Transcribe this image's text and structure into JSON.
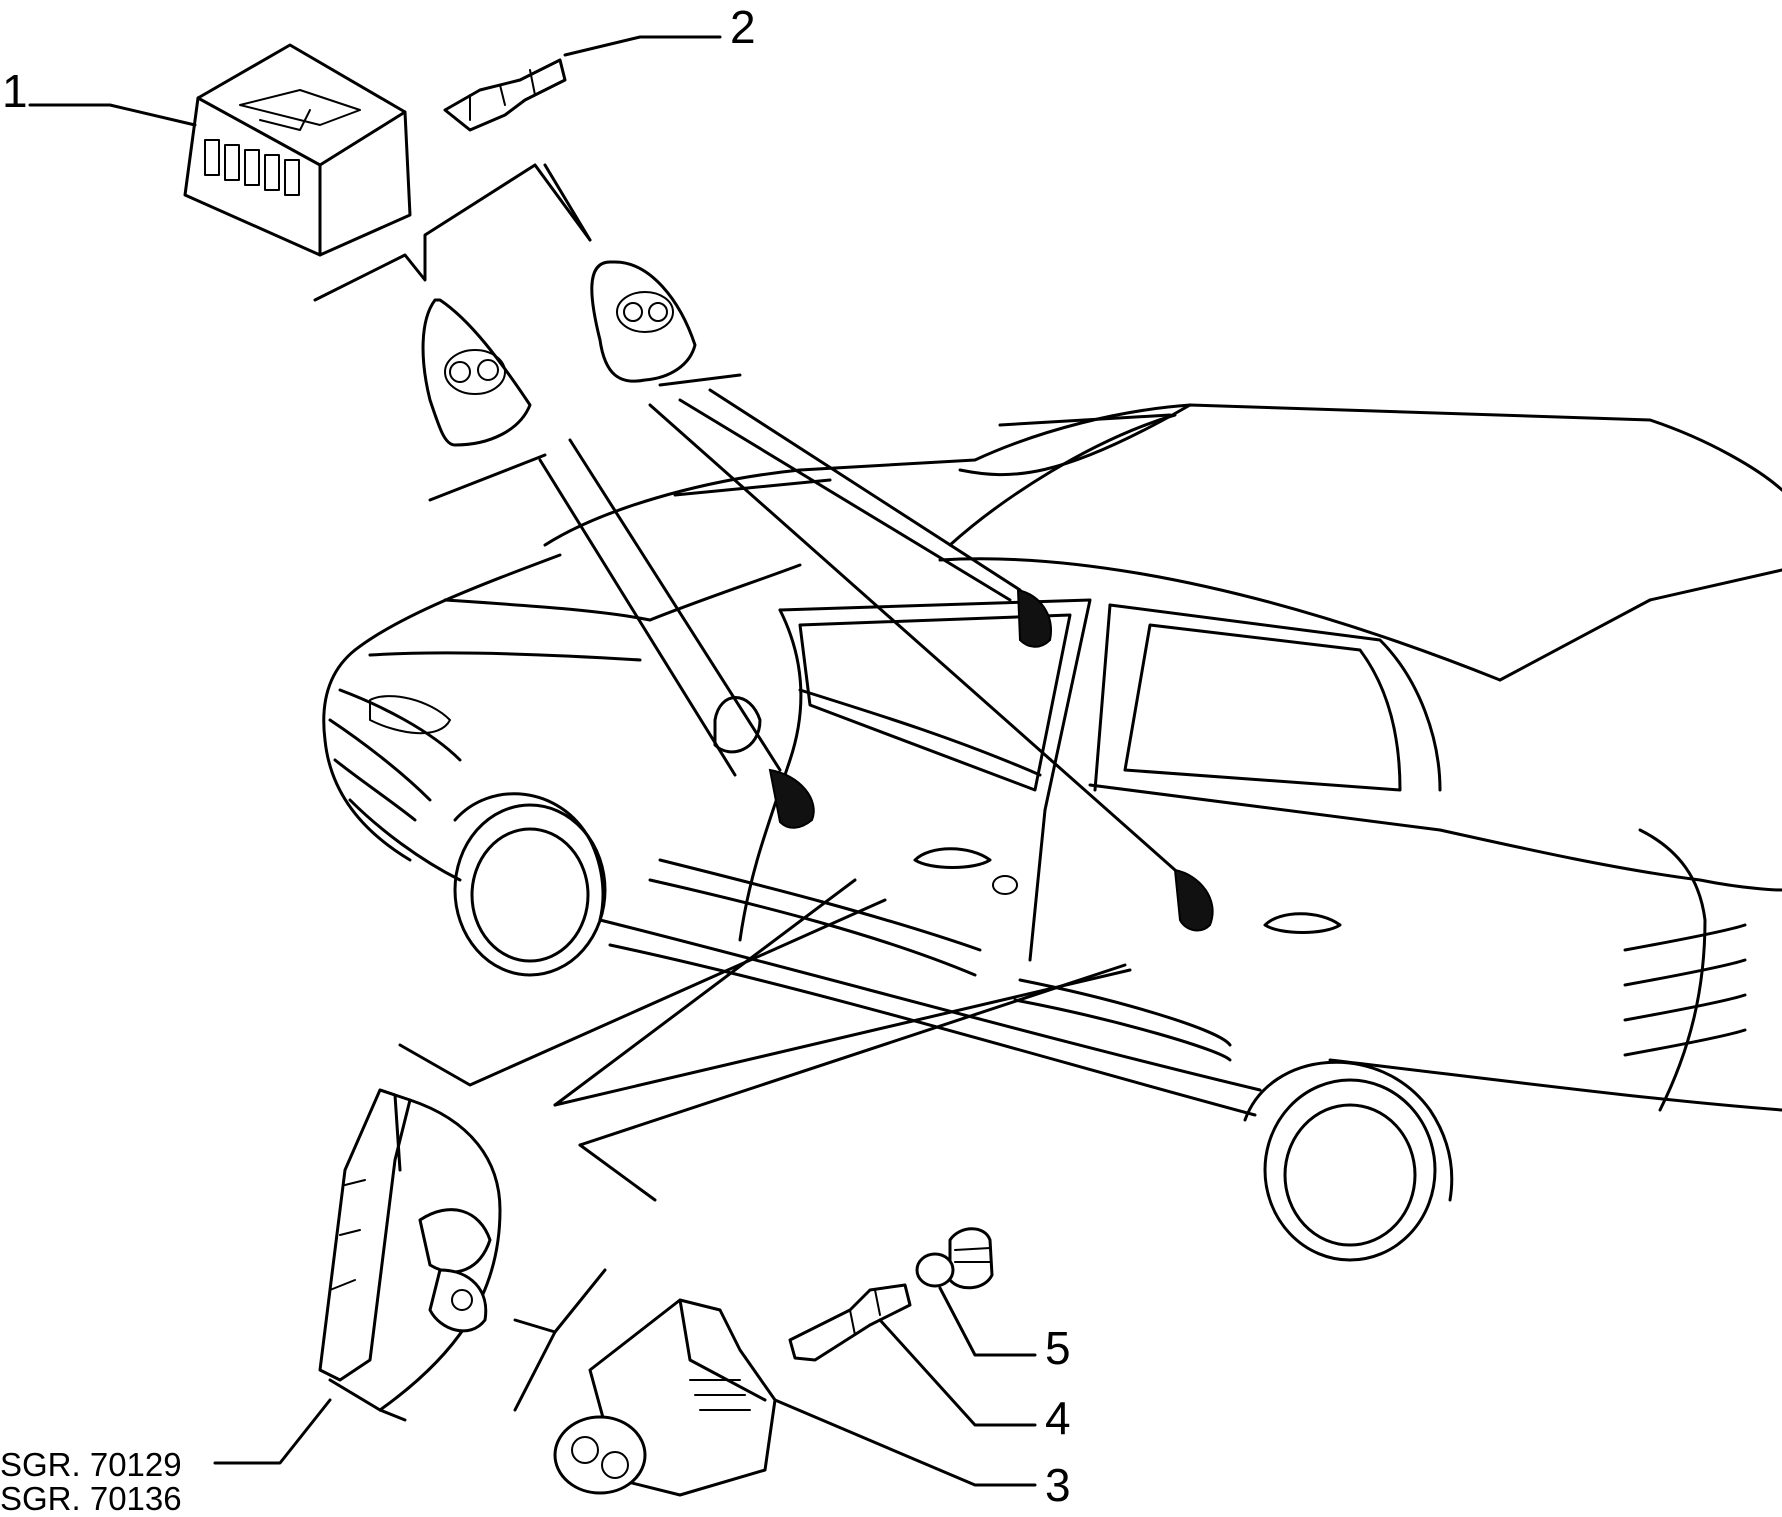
{
  "callouts": {
    "c1": "1",
    "c2": "2",
    "c3": "3",
    "c4": "4",
    "c5": "5"
  },
  "references": {
    "r1": "SGR. 70129",
    "r2": "SGR. 70136"
  }
}
